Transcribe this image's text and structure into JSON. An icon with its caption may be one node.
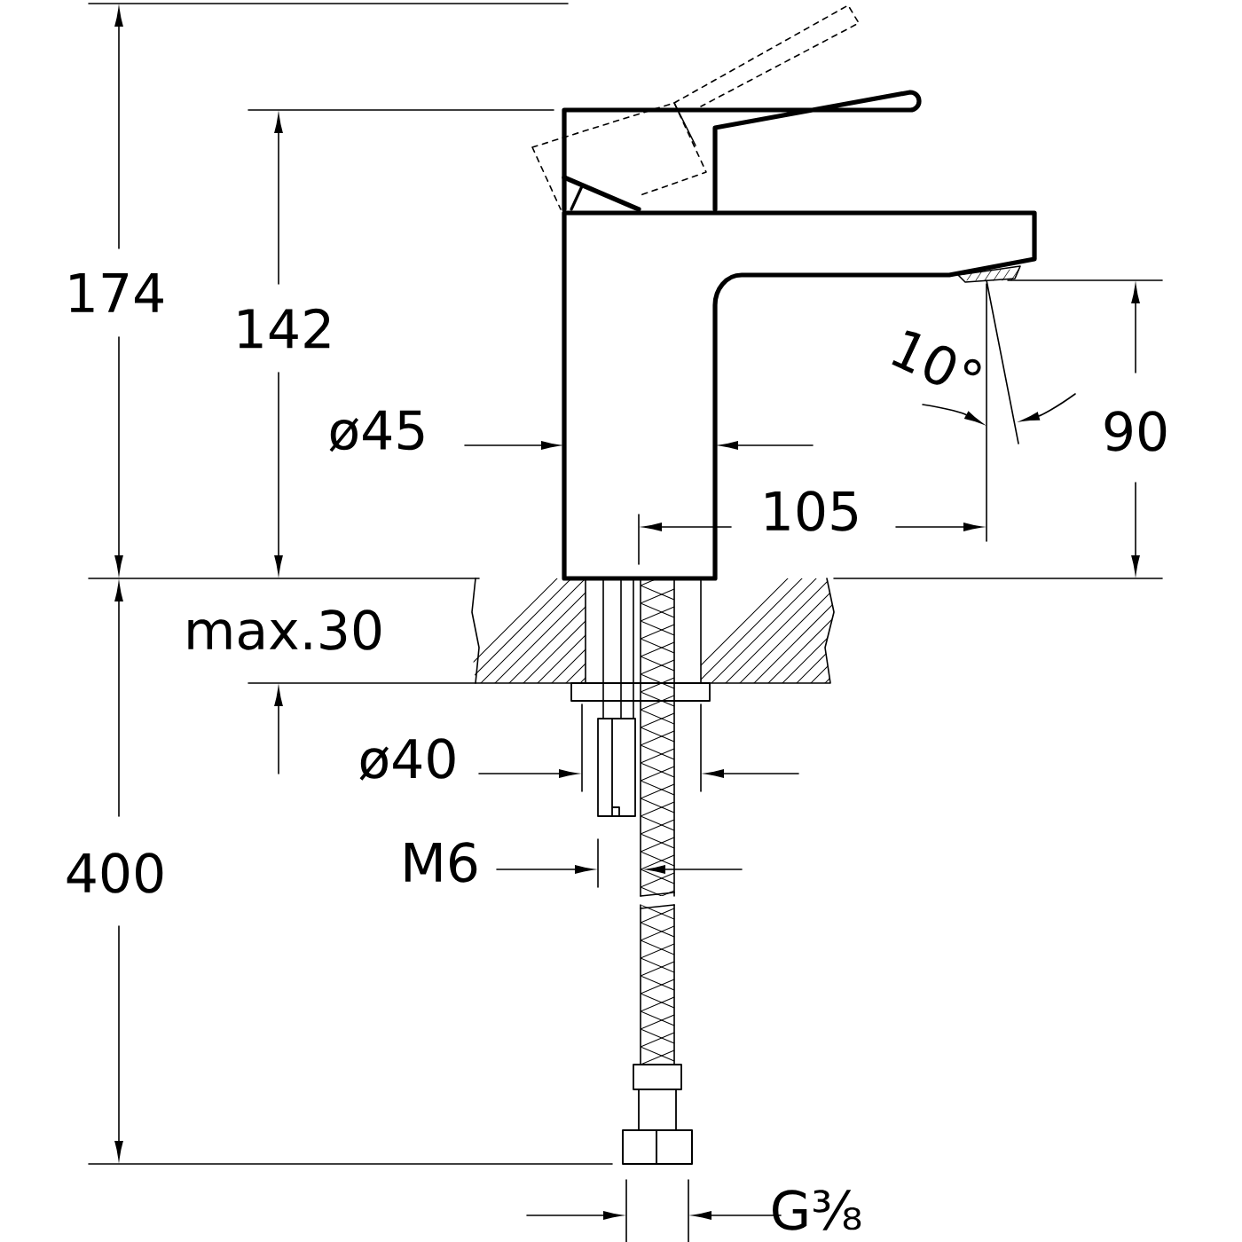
{
  "diagram": {
    "labels": [
      "174",
      "142",
      "ø45",
      "10°",
      "105",
      "90",
      "max.30",
      "ø40",
      "M6",
      "400",
      "G⅜"
    ]
  }
}
